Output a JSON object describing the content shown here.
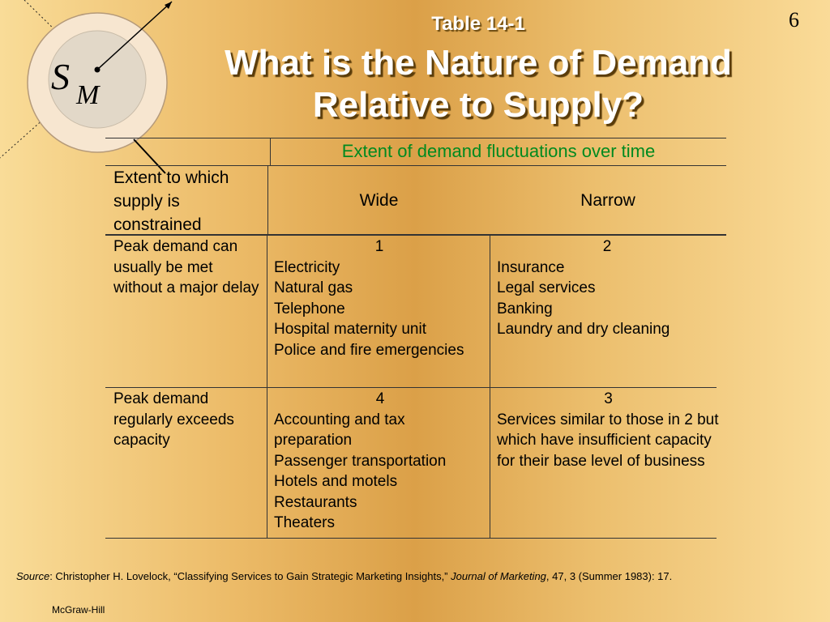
{
  "slide_number": "6",
  "logo": {
    "letter_main": "S",
    "letter_sub": "M"
  },
  "table_label": "Table 14-1",
  "title": "What is the Nature of Demand Relative to Supply?",
  "table": {
    "top_header": "Extent of demand fluctuations over time",
    "row_header_label": "Extent to which supply is constrained",
    "col_wide": "Wide",
    "col_narrow": "Narrow",
    "rows": [
      {
        "label": "Peak demand can usually be met without a major delay",
        "wide": {
          "number": "1",
          "items": [
            "Electricity",
            "Natural gas",
            "Telephone",
            "Hospital maternity unit",
            "Police and fire emergencies"
          ]
        },
        "narrow": {
          "number": "2",
          "items": [
            "Insurance",
            "Legal services",
            "Banking",
            "Laundry and dry cleaning"
          ]
        }
      },
      {
        "label": "Peak demand regularly exceeds capacity",
        "wide": {
          "number": "4",
          "items": [
            "Accounting and tax preparation",
            "Passenger transportation",
            "Hotels and motels",
            "Restaurants",
            "Theaters"
          ]
        },
        "narrow": {
          "number": "3",
          "items": [
            "Services similar to those in 2 but which have insufficient capacity for their base level of business"
          ]
        }
      }
    ]
  },
  "source": {
    "label": "Source",
    "text1": ": Christopher H. Lovelock, “Classifying Services to Gain Strategic Marketing Insights,” ",
    "journal": "Journal of Marketing",
    "text2": ", 47, 3 (Summer 1983): 17."
  },
  "footer": "McGraw-Hill"
}
